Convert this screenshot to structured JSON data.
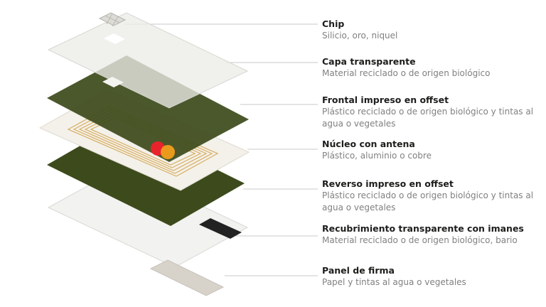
{
  "layers": [
    {
      "title": "Chip",
      "description": "Silicio, oro, niquel"
    },
    {
      "title": "Capa transparente",
      "description": "Material reciclado o de origen biológico"
    },
    {
      "title": "Frontal impreso en offset",
      "description": "Plástico reciclado o de origen biológico y tintas al agua o vegetales"
    },
    {
      "title": "Núcleo con antena",
      "description": "Plástico, aluminio o cobre"
    },
    {
      "title": "Reverso impreso en offset",
      "description": "Plástico reciclado o de origen biológico y tintas al agua o vegetales"
    },
    {
      "title": "Recubrimiento transparente con imanes",
      "description": "Material reciclado o de origen biológico, bario"
    },
    {
      "title": "Panel de firma",
      "description": "Papel y tintas al agua o vegetales"
    }
  ],
  "colors": {
    "card_green": "#3d4b1c",
    "card_white": "#f2f2f0",
    "antenna": "#d8ad5f",
    "chip": "#dcdbd6",
    "magstripe": "#222222",
    "signature": "#d7d3cb",
    "mc_red": "#e9232b",
    "mc_orange": "#f5a01c",
    "leader": "#c8c8c8"
  }
}
